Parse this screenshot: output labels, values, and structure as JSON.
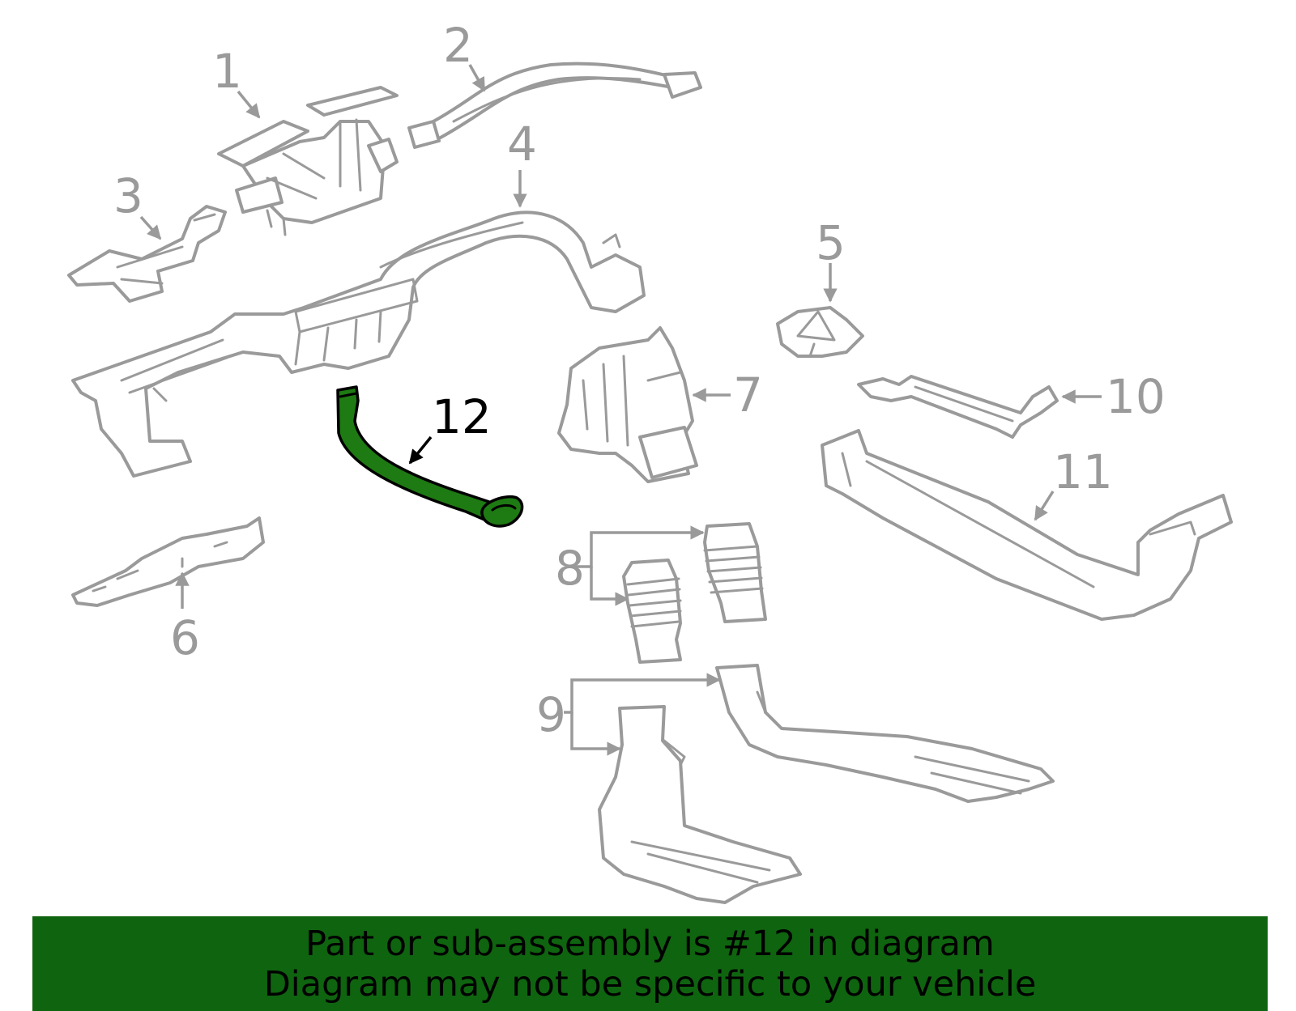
{
  "diagram": {
    "callouts": [
      "1",
      "2",
      "3",
      "4",
      "5",
      "6",
      "7",
      "8",
      "9",
      "10",
      "11",
      "12"
    ],
    "highlighted_callout": "12",
    "colors": {
      "part_outline": "#9a9a9a",
      "highlight_fill": "#1e7a12",
      "banner": "#0f640f"
    }
  },
  "banner": {
    "line1": "Part or sub-assembly is #12 in diagram",
    "line2": "Diagram may not be specific to your vehicle"
  }
}
